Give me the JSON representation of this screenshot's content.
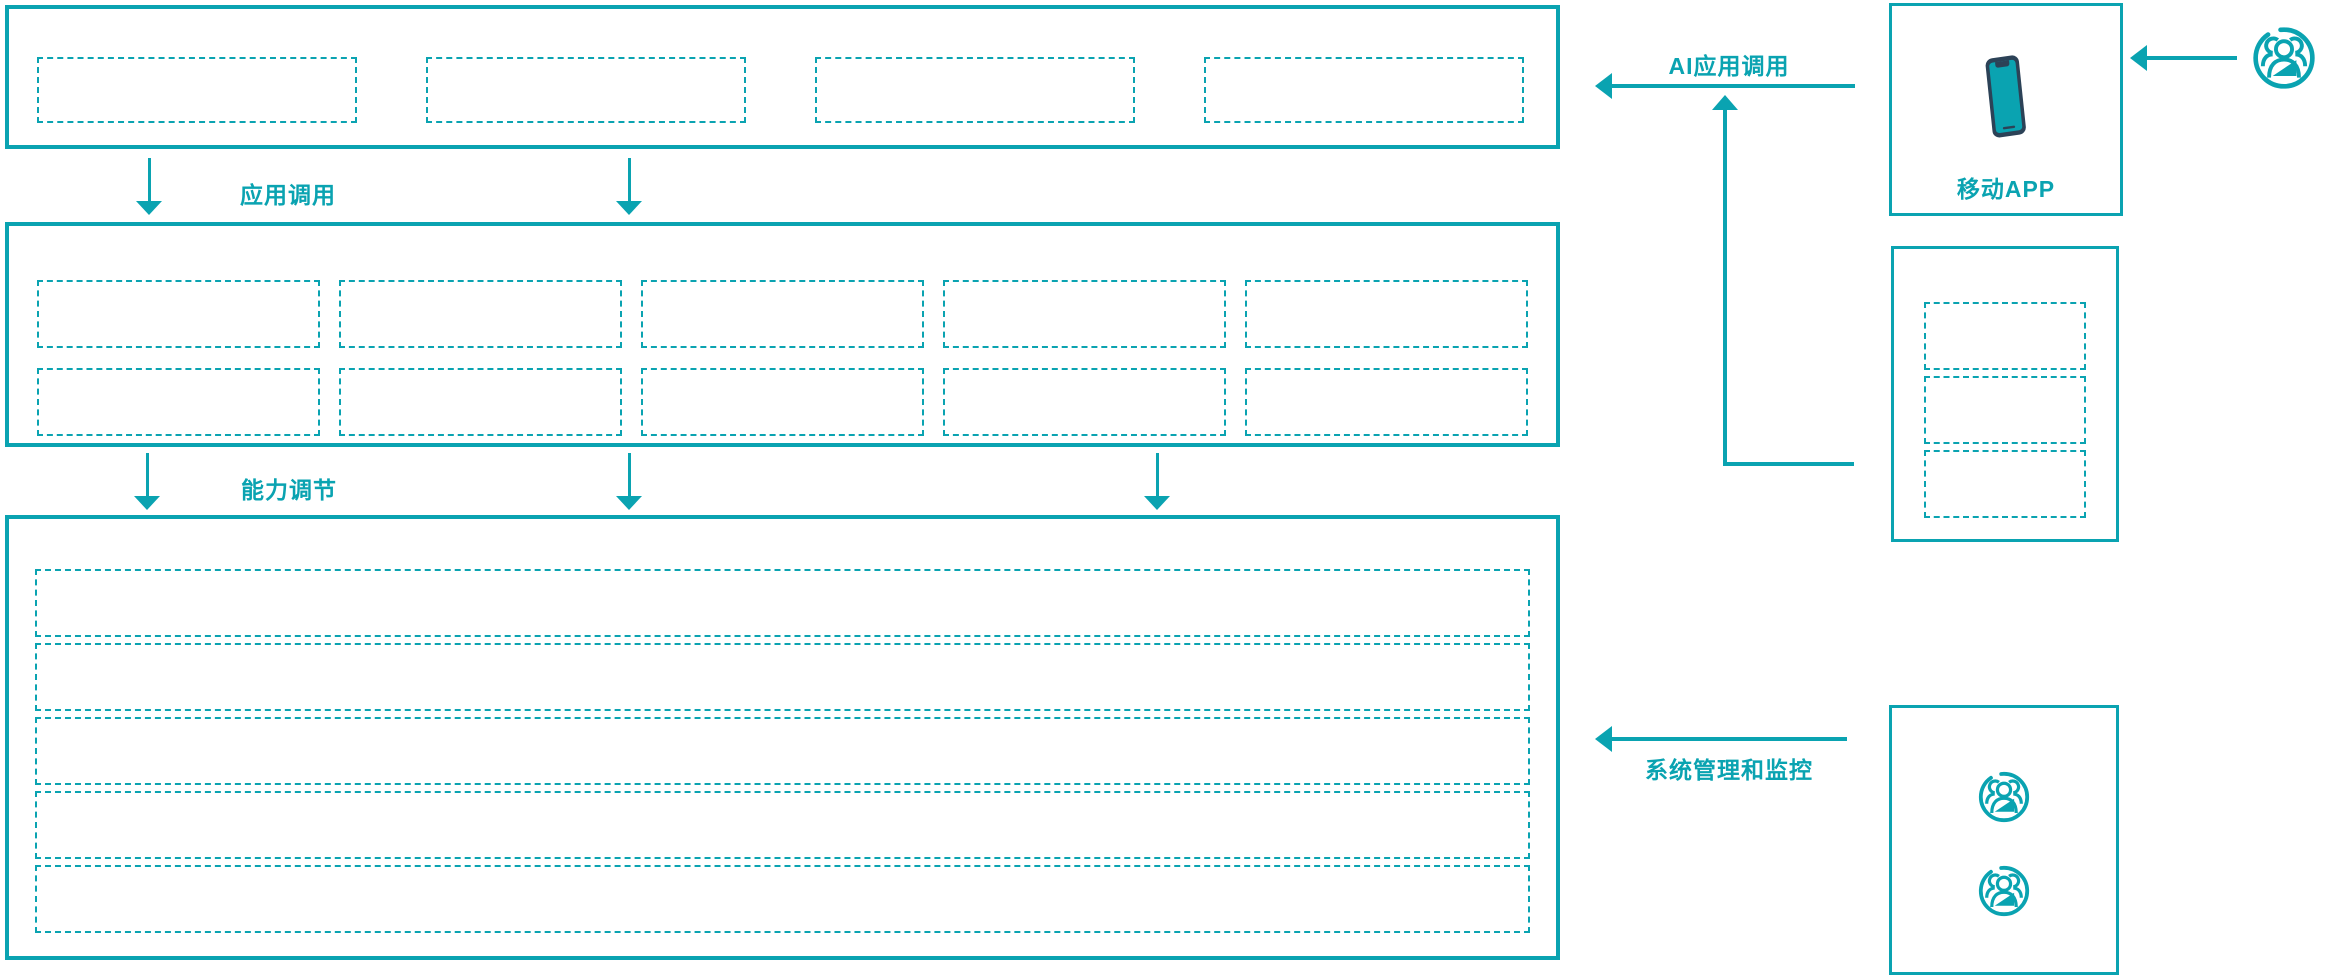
{
  "colors": {
    "teal": "#0aa3b1",
    "navy": "#2c4257",
    "background": "#ffffff"
  },
  "flow_labels": {
    "app_call": "应用调用",
    "capability_adjust": "能力调节",
    "ai_app_call": "AI应用调用",
    "system_monitor": "系统管理和监控"
  },
  "layers": {
    "top_box": {
      "placeholder_count": 4
    },
    "middle_box": {
      "placeholder_count": 10
    },
    "bottom_box": {
      "placeholder_count": 5
    }
  },
  "right_panel": {
    "mobile_box": {
      "label": "移动APP",
      "icon": "smartphone-icon"
    },
    "console_box": {
      "placeholder_count": 3
    },
    "admin_box": {
      "user_icon_count": 2,
      "icon": "user-group-icon"
    },
    "external_user_icon": "user-group-icon"
  }
}
